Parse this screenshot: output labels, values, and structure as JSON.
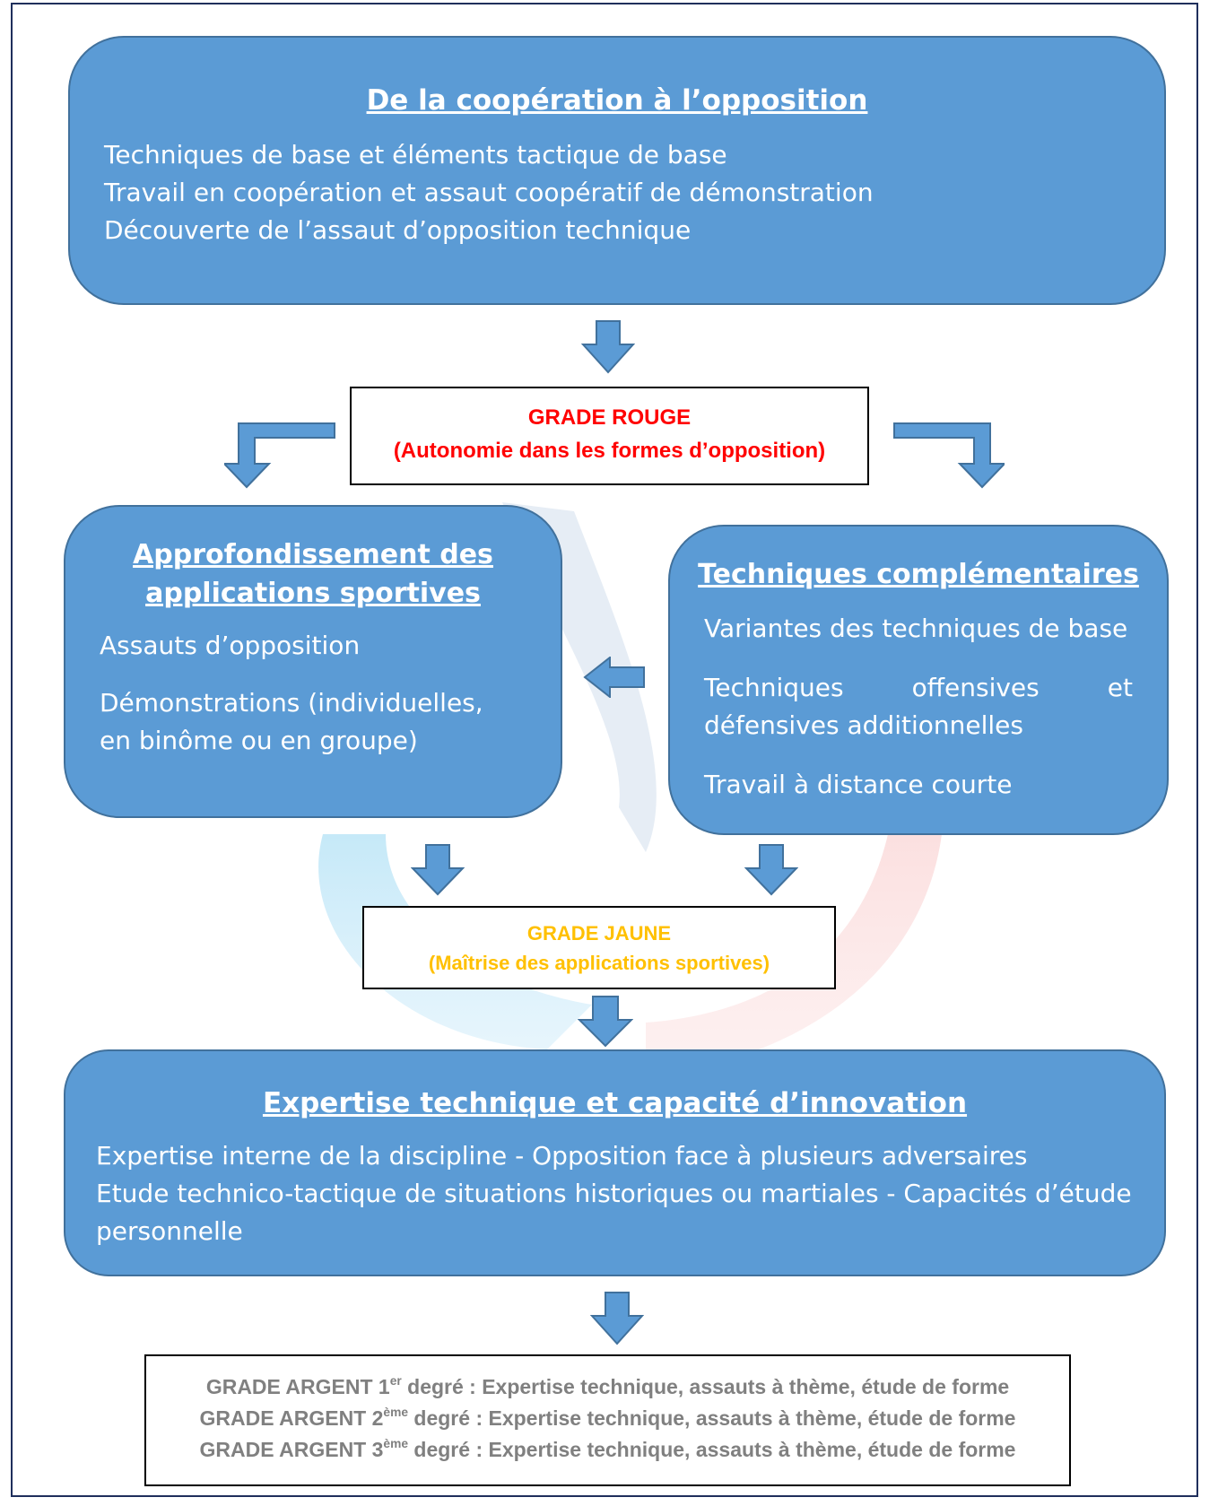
{
  "colors": {
    "box_fill": "#5b9bd5",
    "box_border": "#41719c",
    "grade_rouge": "#ff0000",
    "grade_jaune": "#ffc000",
    "grade_argent": "#808080"
  },
  "top_box": {
    "title": "De la coopération à l’opposition",
    "lines": [
      "Techniques de base et éléments tactique de base",
      "Travail en coopération et assaut coopératif de démonstration",
      "Découverte de l’assaut d’opposition technique"
    ]
  },
  "grade_rouge": {
    "title": "GRADE ROUGE",
    "subtitle": "(Autonomie dans les formes d’opposition)"
  },
  "left_box": {
    "title_line1": "Approfondissement des",
    "title_line2": "applications  sportives",
    "items": [
      "Assauts d’opposition",
      "Démonstrations (individuelles,",
      "en binôme ou en  groupe)"
    ]
  },
  "right_box": {
    "title": "Techniques complémentaires",
    "items": [
      "Variantes des techniques de base",
      "Techniques",
      "offensives",
      "et",
      "défensives additionnelles",
      "Travail à distance courte"
    ]
  },
  "grade_jaune": {
    "title": "GRADE JAUNE",
    "subtitle": "(Maîtrise des applications sportives)"
  },
  "bottom_box": {
    "title": "Expertise technique et capacité d’innovation",
    "lines": [
      "Expertise interne de la discipline - Opposition face à plusieurs adversaires",
      "Etude technico-tactique de situations historiques ou martiales - Capacités d’étude",
      "personnelle"
    ]
  },
  "grade_argent": {
    "rows": [
      {
        "prefix": "GRADE ARGENT 1",
        "sup": "er",
        "suffix": " degré : Expertise technique, assauts à thème, étude de forme"
      },
      {
        "prefix": "GRADE ARGENT 2",
        "sup": "ème",
        "suffix": " degré : Expertise technique, assauts à thème, étude de forme"
      },
      {
        "prefix": "GRADE ARGENT 3",
        "sup": "ème",
        "suffix": " degré : Expertise technique, assauts à thème, étude de forme"
      }
    ]
  }
}
